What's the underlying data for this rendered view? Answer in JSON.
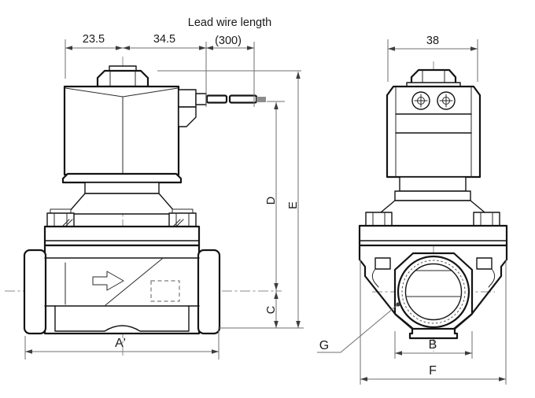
{
  "side_view": {
    "dim_coil_left": "23.5",
    "dim_coil_right": "34.5",
    "lead_wire_label": "Lead wire length",
    "lead_wire_value": "(300)",
    "dim_width": "A'",
    "dim_center_to_bottom": "C",
    "dim_wire_to_center": "D",
    "dim_overall_height": "E"
  },
  "front_view": {
    "dim_coil_width": "38",
    "dim_port_width": "B",
    "dim_body_width": "F",
    "port_label": "G"
  },
  "colors": {
    "object_line": "#141414",
    "dimension_line": "#6f6f6f",
    "wire_tip": "#8c8c8c",
    "background": "#ffffff"
  }
}
